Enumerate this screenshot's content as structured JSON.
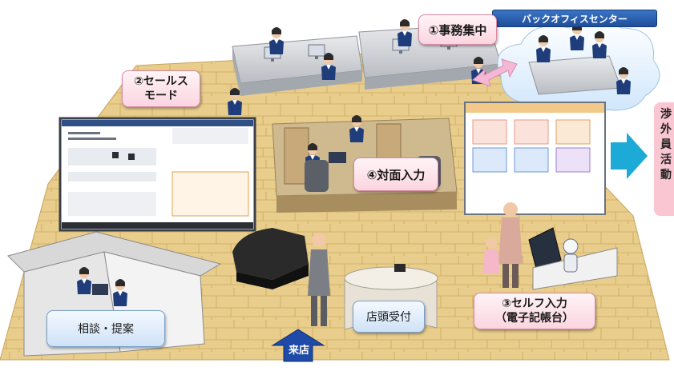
{
  "labels": {
    "office_center": "バックオフィスセンター",
    "centralized_office": "①事務集中",
    "sales_mode": "②セールス\nモード",
    "self_input": "③セルフ入力\n（電子記帳台）",
    "face_to_face": "④対面入力",
    "consultation": "相談・提案",
    "reception": "店頭受付",
    "visit": "来店",
    "side_text": "渉\n外\n員\n活\n動"
  },
  "colors": {
    "floor": "#e6c987",
    "callout_pink": "#fbd5e0",
    "callout_blue": "#cfe2f7",
    "header_blue": "#2a62b4",
    "arrow_cyan": "#1eaad6",
    "arrow_pink": "#f4b8d5",
    "side_box": "#f9c6d2"
  },
  "icons": [
    "person-icon",
    "desk-icon",
    "monitor-icon",
    "sofa-icon",
    "robot-icon",
    "cloud-icon",
    "arrow-icon"
  ]
}
